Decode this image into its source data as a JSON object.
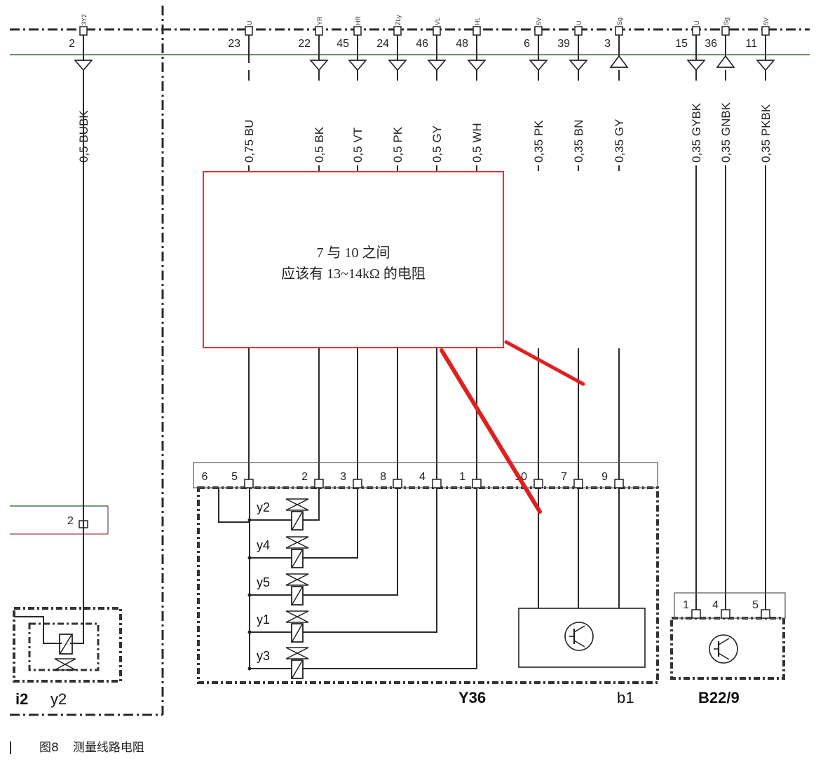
{
  "top_connector": {
    "pins": [
      {
        "number": "2",
        "tag": "3Y2",
        "wire": "0,5 BUBK"
      },
      {
        "number": "23",
        "tag": "U",
        "wire": "0,75 BU"
      },
      {
        "number": "22",
        "tag": "YR",
        "wire": "0,5 BK"
      },
      {
        "number": "45",
        "tag": "HR",
        "wire": "0,5 VT"
      },
      {
        "number": "24",
        "tag": "ZLy",
        "wire": "0,5 PK"
      },
      {
        "number": "46",
        "tag": "VL",
        "wire": "0,5 GY"
      },
      {
        "number": "48",
        "tag": "HL",
        "wire": "0,5 WH"
      },
      {
        "number": "6",
        "tag": "5V",
        "wire": "0,35 PK"
      },
      {
        "number": "39",
        "tag": "U",
        "wire": "0,35 BN"
      },
      {
        "number": "3",
        "tag": "Sg",
        "wire": "0,35 GY"
      },
      {
        "number": "15",
        "tag": "U",
        "wire": "0,35 GYBK"
      },
      {
        "number": "36",
        "tag": "Sg",
        "wire": "0,35 GNBK"
      },
      {
        "number": "11",
        "tag": "5V",
        "wire": "0,35 PKBK"
      }
    ]
  },
  "note": {
    "line1": "7 与 10 之间",
    "line2": "应该有 13~14kΩ 的电阻"
  },
  "y36": {
    "label": "Y36",
    "pins": [
      "6",
      "5",
      "2",
      "3",
      "8",
      "4",
      "1",
      "10",
      "7",
      "9"
    ],
    "solenoids": [
      "y2",
      "y4",
      "y5",
      "y1",
      "y3"
    ]
  },
  "b1": {
    "label": "b1"
  },
  "b22": {
    "label": "B22/9",
    "pins": [
      "1",
      "4",
      "5"
    ]
  },
  "left_part": {
    "pin": "2",
    "label_a": "i2",
    "label_b": "y2"
  },
  "caption": {
    "figure": "图8",
    "text": "测量线路电阻"
  },
  "colors": {
    "note_border": "#e53333",
    "pointer": "#e02020",
    "wire": "#2a2a2a"
  }
}
